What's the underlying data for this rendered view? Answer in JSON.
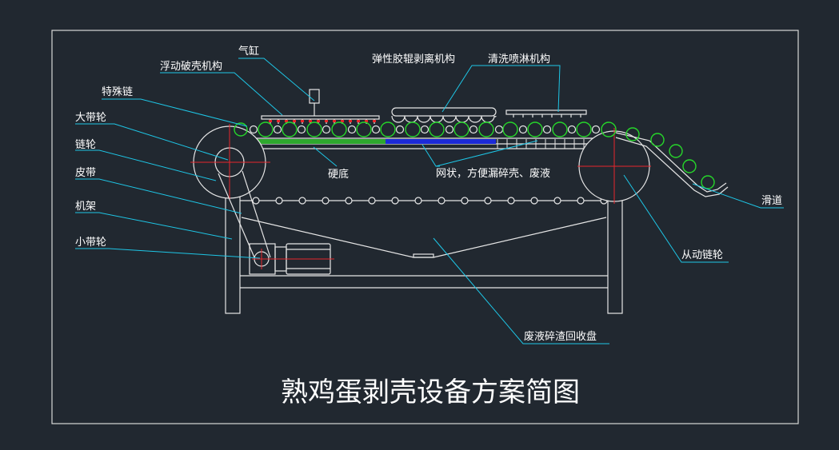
{
  "title": "熟鸡蛋剥壳设备方案简图",
  "labels": {
    "cylinder": "气缸",
    "floating_crack": "浮动破壳机构",
    "special_chain": "特殊链",
    "big_pulley": "大带轮",
    "sprocket": "链轮",
    "belt": "皮带",
    "frame": "机架",
    "small_pulley": "小带轮",
    "rubber_roller": "弹性胶辊剥离机构",
    "spray": "清洗喷淋机构",
    "hard_bottom": "硬底",
    "mesh": "网状，方便漏碎壳、废液",
    "slide": "滑道",
    "driven_sprocket": "从动链轮",
    "waste_tray": "废液碎渣回收盘"
  },
  "colors": {
    "background": "#212830",
    "leader": "#1ec6e6",
    "egg": "#26d62a",
    "hard_bottom": "#2ea82e",
    "mesh_bottom": "#1c2ad8",
    "center_line": "#e8262b",
    "line": "#e6e6e6"
  }
}
